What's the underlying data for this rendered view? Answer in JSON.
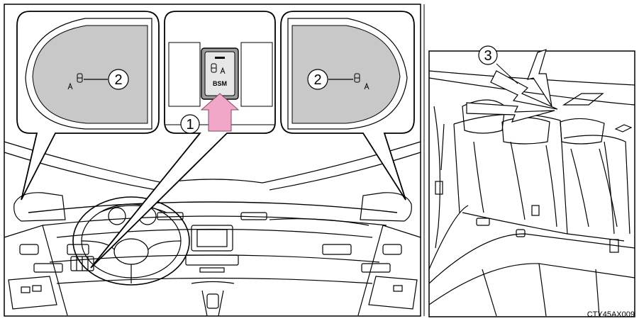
{
  "figure_code": "CTY45AX009",
  "callouts": {
    "bsm_switch": "1",
    "mirror_indicator": "2",
    "rear_indicator": "3"
  },
  "switch": {
    "label": "BSM"
  },
  "colors": {
    "line": "#000000",
    "mirror_face": "#c8c8c8",
    "arrow": "#f2a7c9",
    "arrow_edge": "#7a4b66"
  },
  "icons": {
    "mirror_indicator": "bsm-vehicle-icon",
    "switch_arrow": "press-arrow-icon"
  }
}
